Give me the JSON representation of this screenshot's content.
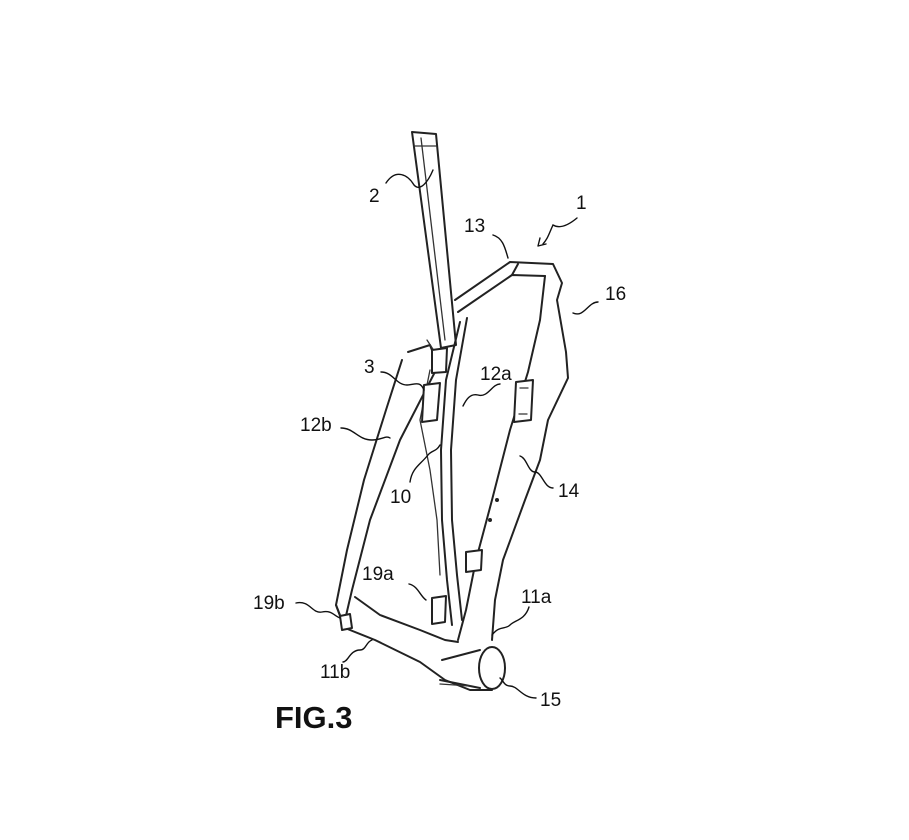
{
  "figure_label": "FIG.3",
  "reference_numerals": {
    "frame": "1",
    "fork": "2",
    "junction": "3",
    "triangle": "10",
    "lower_front": "11a",
    "lower_rear": "11b",
    "front_rail": "12a",
    "rear_rail": "12b",
    "top_tube": "13",
    "down_tube": "14",
    "bottom_bracket": "15",
    "head_region": "16",
    "front_mount": "19a",
    "rear_mount": "19b"
  }
}
